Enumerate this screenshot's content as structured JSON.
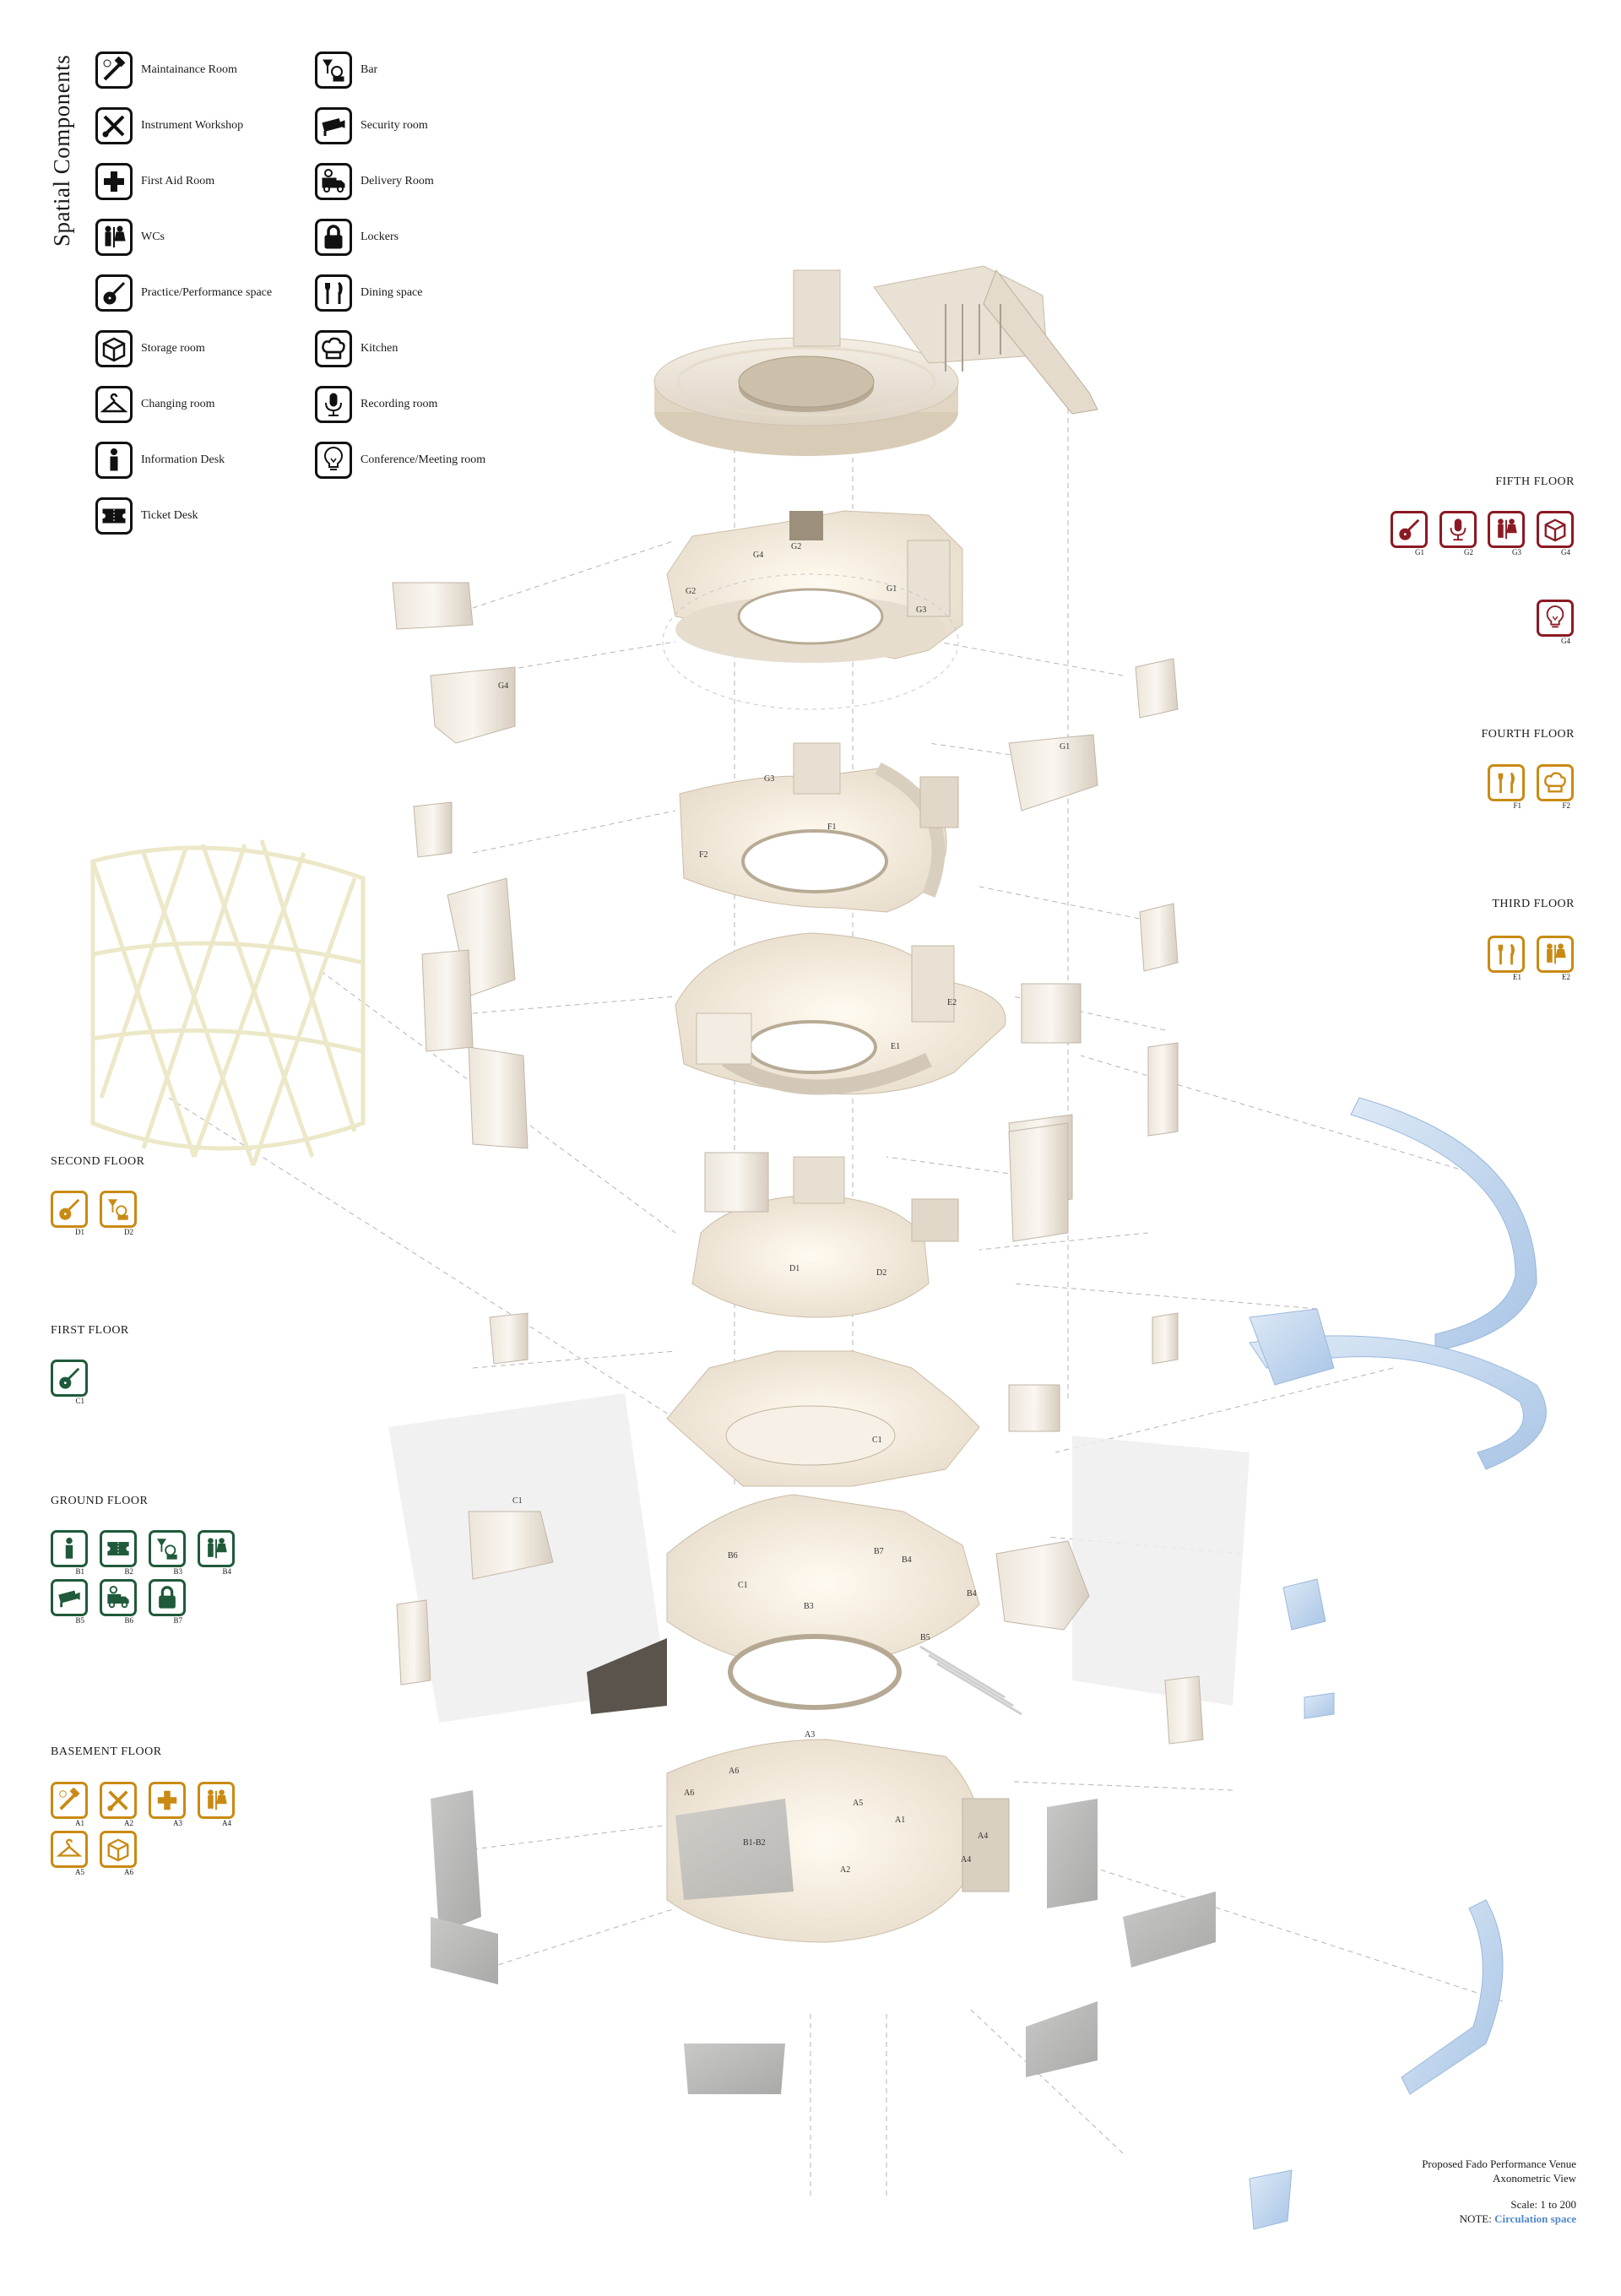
{
  "legend": {
    "title": "Spatial Components",
    "left_column": [
      {
        "icon": "wrench-hammer-icon",
        "label": "Maintainance Room"
      },
      {
        "icon": "cross-tools-icon",
        "label": "Instrument Workshop"
      },
      {
        "icon": "first-aid-icon",
        "label": "First Aid Room"
      },
      {
        "icon": "wc-icon",
        "label": "WCs"
      },
      {
        "icon": "guitar-icon",
        "label": "Practice/Performance space"
      },
      {
        "icon": "storage-box-icon",
        "label": "Storage room"
      },
      {
        "icon": "hanger-icon",
        "label": "Changing room"
      },
      {
        "icon": "info-icon",
        "label": "Information Desk"
      },
      {
        "icon": "ticket-icon",
        "label": "Ticket Desk"
      }
    ],
    "right_column": [
      {
        "icon": "bar-icon",
        "label": "Bar"
      },
      {
        "icon": "camera-icon",
        "label": "Security room"
      },
      {
        "icon": "delivery-truck-icon",
        "label": "Delivery Room"
      },
      {
        "icon": "lock-icon",
        "label": "Lockers"
      },
      {
        "icon": "cutlery-icon",
        "label": "Dining space"
      },
      {
        "icon": "chef-hat-icon",
        "label": "Kitchen"
      },
      {
        "icon": "microphone-icon",
        "label": "Recording room"
      },
      {
        "icon": "lightbulb-icon",
        "label": "Conference/Meeting room"
      }
    ]
  },
  "floors": {
    "fifth": {
      "label": "FIFTH FLOOR",
      "color": "#8b1a24",
      "badges": [
        {
          "icon": "guitar-icon",
          "code": "G1"
        },
        {
          "icon": "microphone-icon",
          "code": "G2"
        },
        {
          "icon": "wc-icon",
          "code": "G3"
        },
        {
          "icon": "storage-box-icon",
          "code": "G4"
        },
        {
          "icon": "lightbulb-icon",
          "code": "G4"
        }
      ]
    },
    "fourth": {
      "label": "FOURTH FLOOR",
      "color": "#c98a14",
      "badges": [
        {
          "icon": "cutlery-icon",
          "code": "F1"
        },
        {
          "icon": "chef-hat-icon",
          "code": "F2"
        }
      ]
    },
    "third": {
      "label": "THIRD FLOOR",
      "color": "#c98a14",
      "badges": [
        {
          "icon": "cutlery-icon",
          "code": "E1"
        },
        {
          "icon": "wc-icon",
          "code": "E2"
        }
      ]
    },
    "second": {
      "label": "SECOND FLOOR",
      "color": "#c98a14",
      "badges": [
        {
          "icon": "guitar-icon",
          "code": "D1"
        },
        {
          "icon": "bar-icon",
          "code": "D2"
        }
      ]
    },
    "first": {
      "label": "FIRST FLOOR",
      "color": "#1f5a3a",
      "badges": [
        {
          "icon": "guitar-icon",
          "code": "C1"
        }
      ]
    },
    "ground": {
      "label": "GROUND FLOOR",
      "color": "#1f5a3a",
      "badges": [
        {
          "icon": "info-icon",
          "code": "B1"
        },
        {
          "icon": "ticket-icon",
          "code": "B2"
        },
        {
          "icon": "bar-icon",
          "code": "B3"
        },
        {
          "icon": "wc-icon",
          "code": "B4"
        },
        {
          "icon": "camera-icon",
          "code": "B5"
        },
        {
          "icon": "delivery-truck-icon",
          "code": "B6"
        },
        {
          "icon": "lock-icon",
          "code": "B7"
        }
      ]
    },
    "basement": {
      "label": "BASEMENT FLOOR",
      "color": "#c98a14",
      "badges": [
        {
          "icon": "wrench-hammer-icon",
          "code": "A1"
        },
        {
          "icon": "cross-tools-icon",
          "code": "A2"
        },
        {
          "icon": "first-aid-icon",
          "code": "A3"
        },
        {
          "icon": "wc-icon",
          "code": "A4"
        },
        {
          "icon": "hanger-icon",
          "code": "A5"
        },
        {
          "icon": "storage-box-icon",
          "code": "A6"
        }
      ]
    }
  },
  "plan_labels": {
    "fifth": [
      "G4",
      "G2",
      "G2",
      "G1",
      "G3",
      "G4",
      "G1"
    ],
    "fourth": [
      "G3",
      "F1",
      "F2"
    ],
    "third": [
      "E2",
      "E1"
    ],
    "second": [
      "D1",
      "D2"
    ],
    "first": [
      "C1",
      "C1"
    ],
    "ground": [
      "B6",
      "B7",
      "B4",
      "C1",
      "B3",
      "B4",
      "B5"
    ],
    "basement": [
      "A3",
      "A6",
      "A6",
      "A5",
      "A1",
      "A4",
      "A4",
      "B1-B2",
      "A2"
    ]
  },
  "footer": {
    "title": "Proposed Fado Performance Venue",
    "view": "Axonometric View",
    "scale": "Scale: 1 to 200",
    "note_label": "NOTE:",
    "note_value": "Circulation space"
  }
}
